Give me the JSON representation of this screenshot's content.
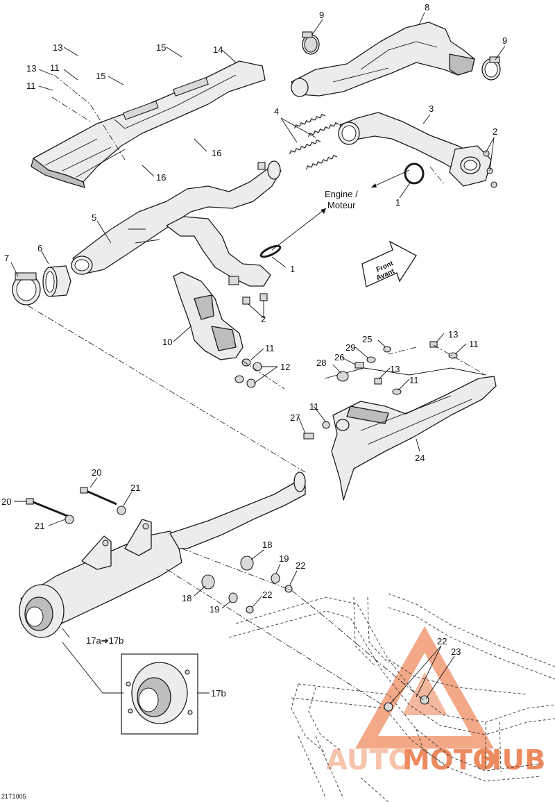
{
  "diagram_code": "21T1005",
  "engine_label": "Engine /",
  "moteur_label": "Moteur",
  "front_label": "Front",
  "avant_label": "Avant",
  "watermark": {
    "part1": "AUTO",
    "part2": "MOTO",
    "part3": "HUB",
    "color_primary": "#e8632a",
    "color_secondary": "#f3b08f"
  },
  "callouts": {
    "c9a": "9",
    "c8": "8",
    "c9b": "9",
    "c13a": "13",
    "c15a": "15",
    "c14": "14",
    "c13b": "13",
    "c11a": "11",
    "c15b": "15",
    "c11b": "11",
    "c16a": "16",
    "c16b": "16",
    "c4": "4",
    "c3": "3",
    "c2a": "2",
    "c1a": "1",
    "c5": "5",
    "c7": "7",
    "c6": "6",
    "c1b": "1",
    "c2b": "2",
    "c10": "10",
    "c11c": "11",
    "c12": "12",
    "c25": "25",
    "c29": "29",
    "c26": "26",
    "c28": "28",
    "c13c": "13",
    "c11d": "11",
    "c13d": "13",
    "c11e": "11",
    "c11f": "11",
    "c27": "27",
    "c24": "24",
    "c20a": "20",
    "c21a": "21",
    "c20b": "20",
    "c21b": "21",
    "c18a": "18",
    "c19a": "19",
    "c22a": "22",
    "c18b": "18",
    "c19b": "19",
    "c22b": "22",
    "c17a": "17a➔17b",
    "c17b": "17b",
    "c22c": "22",
    "c23": "23"
  }
}
